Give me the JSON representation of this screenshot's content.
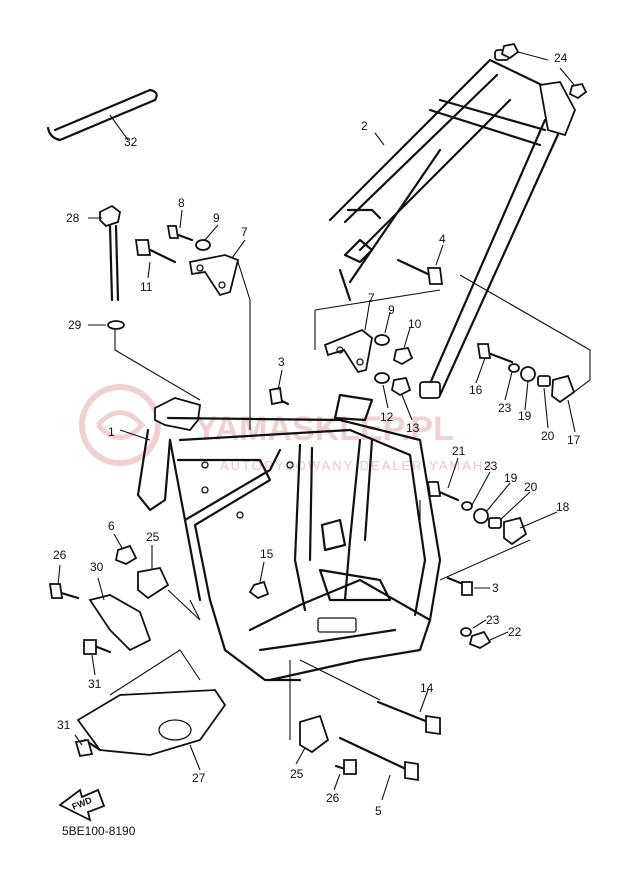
{
  "diagram_code": "5BE100-8190",
  "fwd_label": "FWD",
  "watermark": {
    "brand": "YAMASKLEP.PL",
    "tagline": "AUTORYZOWANY DEALER YAMAHA"
  },
  "callouts": {
    "c1": "1",
    "c2": "2",
    "c3a": "3",
    "c3b": "3",
    "c4": "4",
    "c5": "5",
    "c6": "6",
    "c7a": "7",
    "c7b": "7",
    "c8": "8",
    "c9a": "9",
    "c9b": "9",
    "c10": "10",
    "c11": "11",
    "c12": "12",
    "c13": "13",
    "c14": "14",
    "c15": "15",
    "c16": "16",
    "c17": "17",
    "c18": "18",
    "c19a": "19",
    "c19b": "19",
    "c20a": "20",
    "c20b": "20",
    "c21": "21",
    "c22": "22",
    "c23a": "23",
    "c23b": "23",
    "c23c": "23",
    "c24": "24",
    "c25a": "25",
    "c25b": "25",
    "c26a": "26",
    "c26b": "26",
    "c27": "27",
    "c28": "28",
    "c29": "29",
    "c30": "30",
    "c31a": "31",
    "c31b": "31",
    "c32": "32"
  }
}
